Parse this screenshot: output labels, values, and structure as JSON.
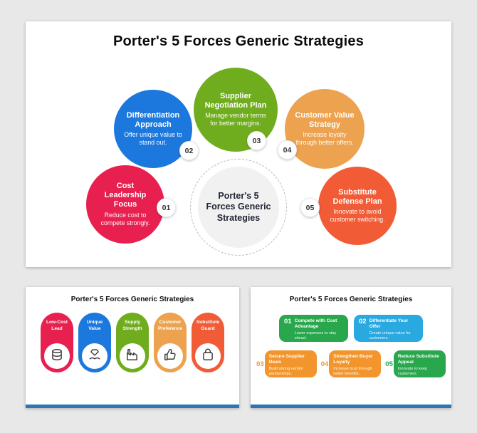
{
  "colors": {
    "background": "#e8e8e8",
    "footer_bar": "#2e75b6",
    "red": "#e82050",
    "blue": "#1d78de",
    "green_olive": "#70ad1e",
    "orange_tan": "#eca24e",
    "orange_red": "#f15b35",
    "card_green": "#28a74c",
    "card_blue": "#2aa9e0",
    "card_orange": "#f2952c"
  },
  "main_slide": {
    "title": "Porter's 5 Forces Generic Strategies",
    "center_label": "Porter's 5 Forces Generic Strategies",
    "forces": [
      {
        "number": "01",
        "title": "Cost Leadership Focus",
        "desc": "Reduce cost to compete strongly.",
        "color": "#e82050"
      },
      {
        "number": "02",
        "title": "Differentiation Approach",
        "desc": "Offer unique value to stand out.",
        "color": "#1d78de"
      },
      {
        "number": "03",
        "title": "Supplier Negotiation Plan",
        "desc": "Manage vendor terms for better margins.",
        "color": "#70ad1e"
      },
      {
        "number": "04",
        "title": "Customer Value Strategy",
        "desc": "Increase loyalty through better offers.",
        "color": "#eca24e"
      },
      {
        "number": "05",
        "title": "Substitute Defense Plan",
        "desc": "Innovate to avoid customer switching.",
        "color": "#f15b35"
      }
    ]
  },
  "pills_slide": {
    "title": "Porter's 5 Forces Generic Strategies",
    "items": [
      {
        "label": "Low-Cost Lead",
        "icon": "coins-icon",
        "color": "#e82050"
      },
      {
        "label": "Unique Value",
        "icon": "hand-diamond-icon",
        "color": "#1d78de"
      },
      {
        "label": "Supply Strength",
        "icon": "factory-icon",
        "color": "#70ad1e"
      },
      {
        "label": "Customer Preference",
        "icon": "thumbs-up-icon",
        "color": "#eca24e"
      },
      {
        "label": "Substitute Guard",
        "icon": "shopping-bag-icon",
        "color": "#f15b35"
      }
    ]
  },
  "cards_slide": {
    "title": "Porter's 5 Forces Generic Strategies",
    "items": [
      {
        "number": "01",
        "title": "Compete with Cost Advantage",
        "desc": "Lower expenses to stay ahead.",
        "color": "#28a74c"
      },
      {
        "number": "02",
        "title": "Differentiate Your Offer",
        "desc": "Create unique value for customers.",
        "color": "#2aa9e0"
      },
      {
        "number": "03",
        "title": "Secure Supplier Deals",
        "desc": "Build strong vendor partnerships.",
        "color": "#f2952c"
      },
      {
        "number": "04",
        "title": "Strengthen Buyer Loyalty",
        "desc": "Increase trust through better benefits.",
        "color": "#f2952c"
      },
      {
        "number": "05",
        "title": "Reduce Substitute Appeal",
        "desc": "Innovate to keep customers.",
        "color": "#28a74c"
      }
    ]
  }
}
